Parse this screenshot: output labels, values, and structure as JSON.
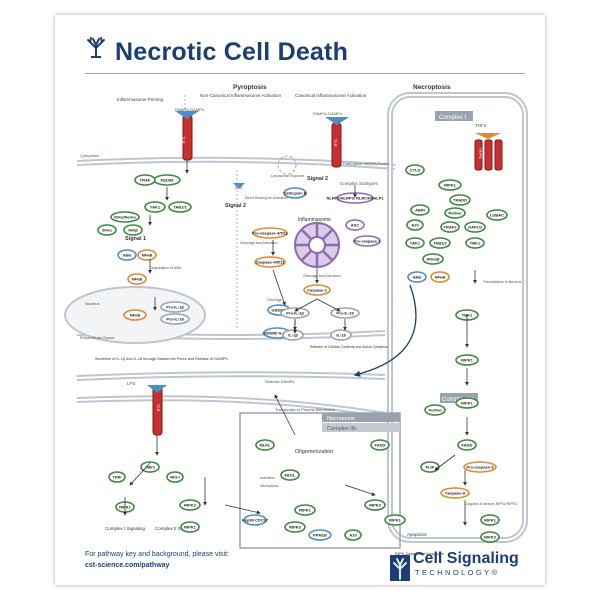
{
  "title": "Necrotic Cell Death",
  "sections": {
    "pyroptosis": "Pyroptosis",
    "necroptosis": "Necroptosis",
    "inflammasome_priming": "Inflammasome Priming",
    "noncanonical": "Non-Canonical Inflammasome Activation",
    "canonical": "Canonical Inflammasome Activation",
    "complex1": "Complex I",
    "complex2a": "Complex IIa",
    "necrosome": "Necrosome",
    "complex2b": "Complex IIb"
  },
  "labels": {
    "cytoplasm": "Cytoplasm",
    "extracellular": "Extracellular Space",
    "nucleus": "Nucleus",
    "pamps_damps": "PAMPs/ DAMPs",
    "pamps_damps2": "PAMPs/ DAMPs",
    "tlr": "TLR",
    "tlr2": "TLR",
    "tlr3": "TLR",
    "tnfa": "TNFα",
    "lps": "LPS",
    "lps2": "LPS",
    "release_damps": "Release DAMPs",
    "signal1": "Signal 1",
    "signal2a": "Signal 2",
    "signal2b": "Signal 2",
    "lysosome_rupture": "Lysosome Rupture",
    "pathogenic": "Pathogenic dsDNA/Toxins",
    "complex_subtypes": "Complex Subtypes",
    "inflammasome": "Inflammasome",
    "direct_binding": "Direct Binding for Activation",
    "cleavage_activation": "Cleavage and Activation",
    "cleavage_activation2": "Cleavage and Activation",
    "degradation": "Degradation of IκBα",
    "cleavage": "Cleavage",
    "translocation": "Translocation to Nucleus",
    "translocate_membrane": "Translocate to Plasma Membrane",
    "oligomerization": "Oligomerization",
    "necroptosis_note": "Necroptosis",
    "apoptosis": "Apoptosis",
    "ripk_apoptosis": "RIPK-Dependent Apoptosis",
    "casp8_cleaves": "Caspase-8 cleaves RIPK1/RIPK3",
    "secretion": "Secretion of IL-1β and IL-18 through Gasdermin Pores and Release of DAMPS",
    "release_cell": "Release of Cellular Contents and Active Cytokines",
    "complex1_signaling": "Complex I Signaling",
    "complex2_signaling": "Complex II Signaling",
    "activation": "Activation",
    "necroptosis_small": "Necroptosis"
  },
  "nodes": {
    "myd88": "MyD88",
    "traf": "TRAF",
    "tak1": "TAK1",
    "tab12": "TAB1/2",
    "ikk_nemo": "IKKα/Nemo",
    "ikka": "IKKα",
    "ikkb": "IKKβ",
    "ikba": "IκBα",
    "nfkb": "NFκB",
    "nfkb2": "NFκB",
    "nfkb3": "NFκB",
    "pro_il1b": "Pro-IL-1β",
    "pro_il18": "Pro-IL-18",
    "pro_casp": "Pro-caspase-4/5/11",
    "casp": "Caspase-4/5/11",
    "gsdmd": "GSDMD",
    "gsdmd_n": "GSDMD N-term",
    "cathepsin": "Cathepsin B",
    "nlrp": "NLRP1/NLRP3/ NLRC4/NALP1",
    "asc": "ASC",
    "pro_casp1": "Pro-caspase-1",
    "casp1": "Caspase-1",
    "pro_il1b2": "Pro-IL-1β",
    "pro_il18b": "Pro-IL-18",
    "il1b": "IL-1β",
    "il18": "IL-18",
    "cyld": "CYLD",
    "tnfr1": "TNFR1",
    "ripk1": "RIPK1",
    "tradd": "TRADD",
    "pellino": "Pellino",
    "abin": "ABIN",
    "a20": "A20",
    "traf2": "TRAF2",
    "ciap": "cIAP1/2",
    "lubac": "LUBAC",
    "tak1b": "TAK1",
    "tab12b": "TAB1/2",
    "tbk1": "TBK1",
    "ikkg": "IKKα/β",
    "ikba2": "IκBα",
    "tbk1b": "TBK1",
    "ripk1b": "RIPK1",
    "ripk1c": "RIPK1",
    "pellino2": "Pellino",
    "fadd": "FADD",
    "flip": "FLIP",
    "pro_casp8": "Pro-caspase-8",
    "casp8": "Caspase-8",
    "ripk1d": "RIPK1",
    "ripk3": "RIPK3",
    "zbp1": "ZBP1",
    "trif": "TRIF",
    "rig1": "RIG-I",
    "ripk3b": "RIPK3",
    "ripk1e": "RIPK1",
    "ripk1f": "RIPK1",
    "mlkl": "MLKL",
    "mlkl2": "MLKL",
    "fadd2": "FADD",
    "hsp90": "Hsp90 CDC37",
    "ripk1g": "RIPK1",
    "ripk3c": "RIPK3",
    "ripk3d": "RIPK3",
    "ppm1b": "PPM1B",
    "a20b": "A20",
    "ripk1h": "RIPK1"
  },
  "footer": {
    "line1": "For pathway key and background, please visit:",
    "url": "cst-science.com/pathway",
    "brand": "Cell Signaling",
    "brand_sub": "TECHNOLOGY®"
  },
  "colors": {
    "navy": "#1b3f73",
    "green": "#3c8a3f",
    "blue": "#4f8dc5",
    "red": "#c8302f",
    "orange": "#e08a2c",
    "purple": "#8e6bb0",
    "gray": "#9aa3ad"
  }
}
